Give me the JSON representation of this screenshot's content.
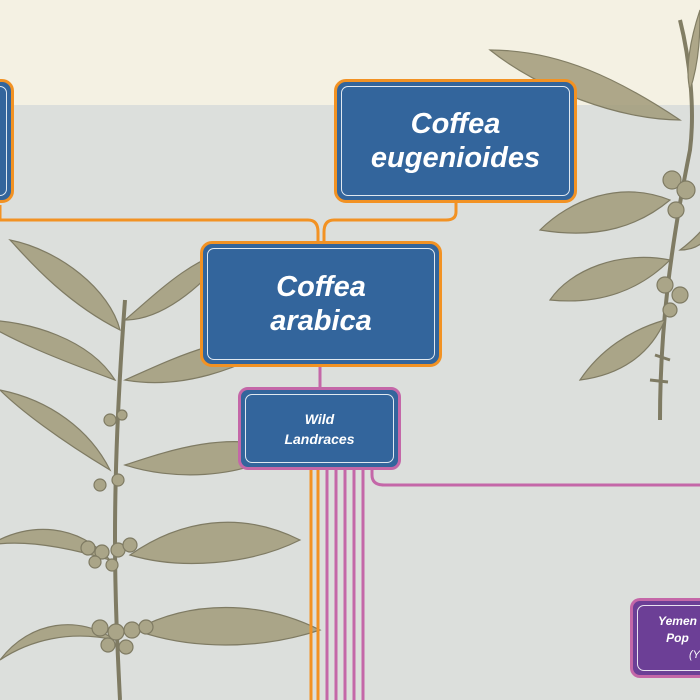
{
  "nodes": {
    "eugenioides": {
      "line1": "Coffea",
      "line2": "eugenioides"
    },
    "arabica": {
      "line1": "Coffea",
      "line2": "arabica"
    },
    "landraces": {
      "line1": "Wild",
      "line2": "Landraces"
    },
    "yemen": {
      "line1": "Yemen",
      "line2": "Pop",
      "line3": "(Y"
    }
  },
  "colors": {
    "species_node": "#33659c",
    "species_border": "#f29223",
    "landrace_border": "#c467a8",
    "yemen_node": "#6c3f96",
    "background_panel": "#dcdfdc",
    "background_top": "#f4f1e3",
    "illustration": "#8c8667"
  }
}
